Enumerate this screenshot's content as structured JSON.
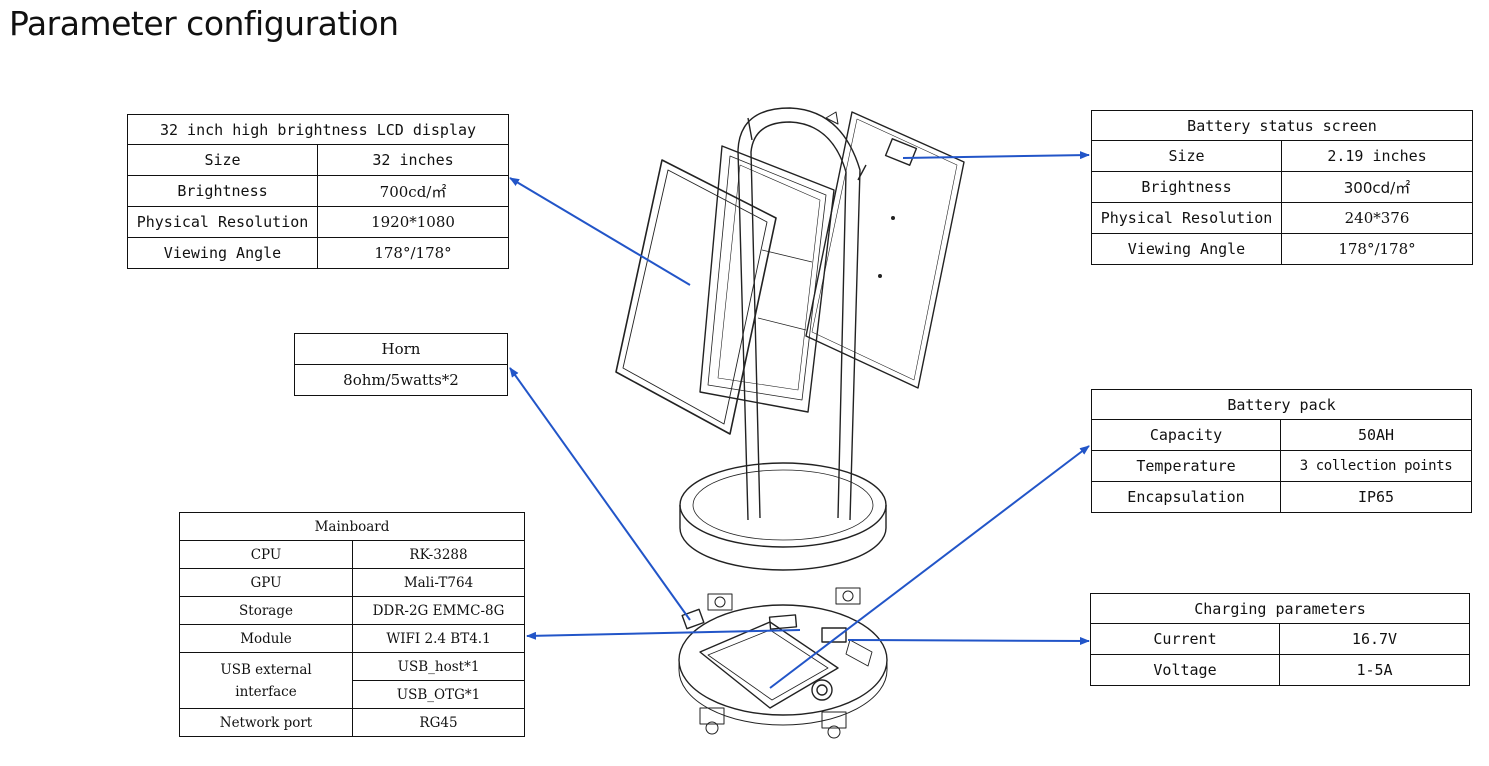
{
  "title": "Parameter configuration",
  "colors": {
    "arrow": "#2255c8",
    "line": "#222222"
  },
  "lcd": {
    "header": "32 inch high brightness LCD display",
    "rows": [
      {
        "label": "Size",
        "value": "32 inches"
      },
      {
        "label": "Brightness",
        "value": "700cd/㎡"
      },
      {
        "label": "Physical Resolution",
        "value": "1920*1080"
      },
      {
        "label": "Viewing Angle",
        "value": "178°/178°"
      }
    ]
  },
  "horn": {
    "header": "Horn",
    "value": "8ohm/5watts*2"
  },
  "mainboard": {
    "header": "Mainboard",
    "rows": [
      {
        "label": "CPU",
        "value": "RK-3288"
      },
      {
        "label": "GPU",
        "value": "Mali-T764"
      },
      {
        "label": "Storage",
        "value": "DDR-2G EMMC-8G"
      },
      {
        "label": "Module",
        "value": "WIFI 2.4 BT4.1"
      }
    ],
    "usb_label": "USB external interface",
    "usb_values": [
      "USB_host*1",
      "USB_OTG*1"
    ],
    "network": {
      "label": "Network port",
      "value": "RG45"
    }
  },
  "battery_screen": {
    "header": "Battery status screen",
    "rows": [
      {
        "label": "Size",
        "value": "2.19 inches"
      },
      {
        "label": "Brightness",
        "value": "300cd/㎡"
      },
      {
        "label": "Physical Resolution",
        "value": "240*376"
      },
      {
        "label": "Viewing Angle",
        "value": "178°/178°"
      }
    ]
  },
  "battery_pack": {
    "header": "Battery pack",
    "rows": [
      {
        "label": "Capacity",
        "value": "50AH"
      },
      {
        "label": "Temperature",
        "value": "3 collection points"
      },
      {
        "label": "Encapsulation",
        "value": "IP65"
      }
    ]
  },
  "charging": {
    "header": "Charging parameters",
    "rows": [
      {
        "label": "Current",
        "value": "16.7V"
      },
      {
        "label": "Voltage",
        "value": "1-5A"
      }
    ]
  }
}
